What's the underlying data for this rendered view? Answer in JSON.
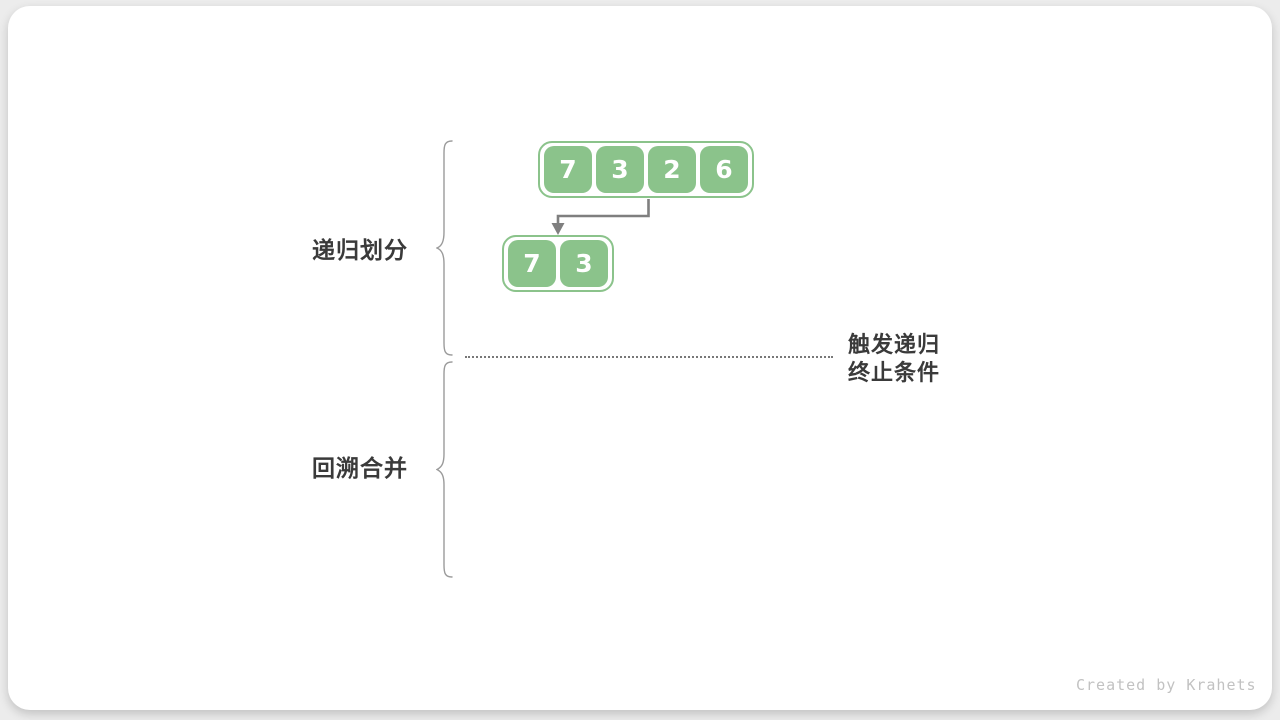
{
  "diagram": {
    "phases": [
      {
        "label": "递归划分"
      },
      {
        "label": "回溯合并"
      }
    ],
    "arrays": [
      {
        "values": [
          "7",
          "3",
          "2",
          "6"
        ]
      },
      {
        "values": [
          "7",
          "3"
        ]
      }
    ],
    "annotation": {
      "line1": "触发递归",
      "line2": "终止条件"
    },
    "colors": {
      "element_green": "#8bc38b",
      "arrow_gray": "#7f7f7f",
      "brace_gray": "#9b9b9b",
      "dotted_line_gray": "#787878",
      "label_dark": "#3a3a3a",
      "cell_text_white": "#ffffff",
      "card_white": "#ffffff",
      "page_background": "#ececec",
      "credit_gray": "#c2c2c2"
    }
  },
  "footer": {
    "credit": "Created by Krahets"
  }
}
